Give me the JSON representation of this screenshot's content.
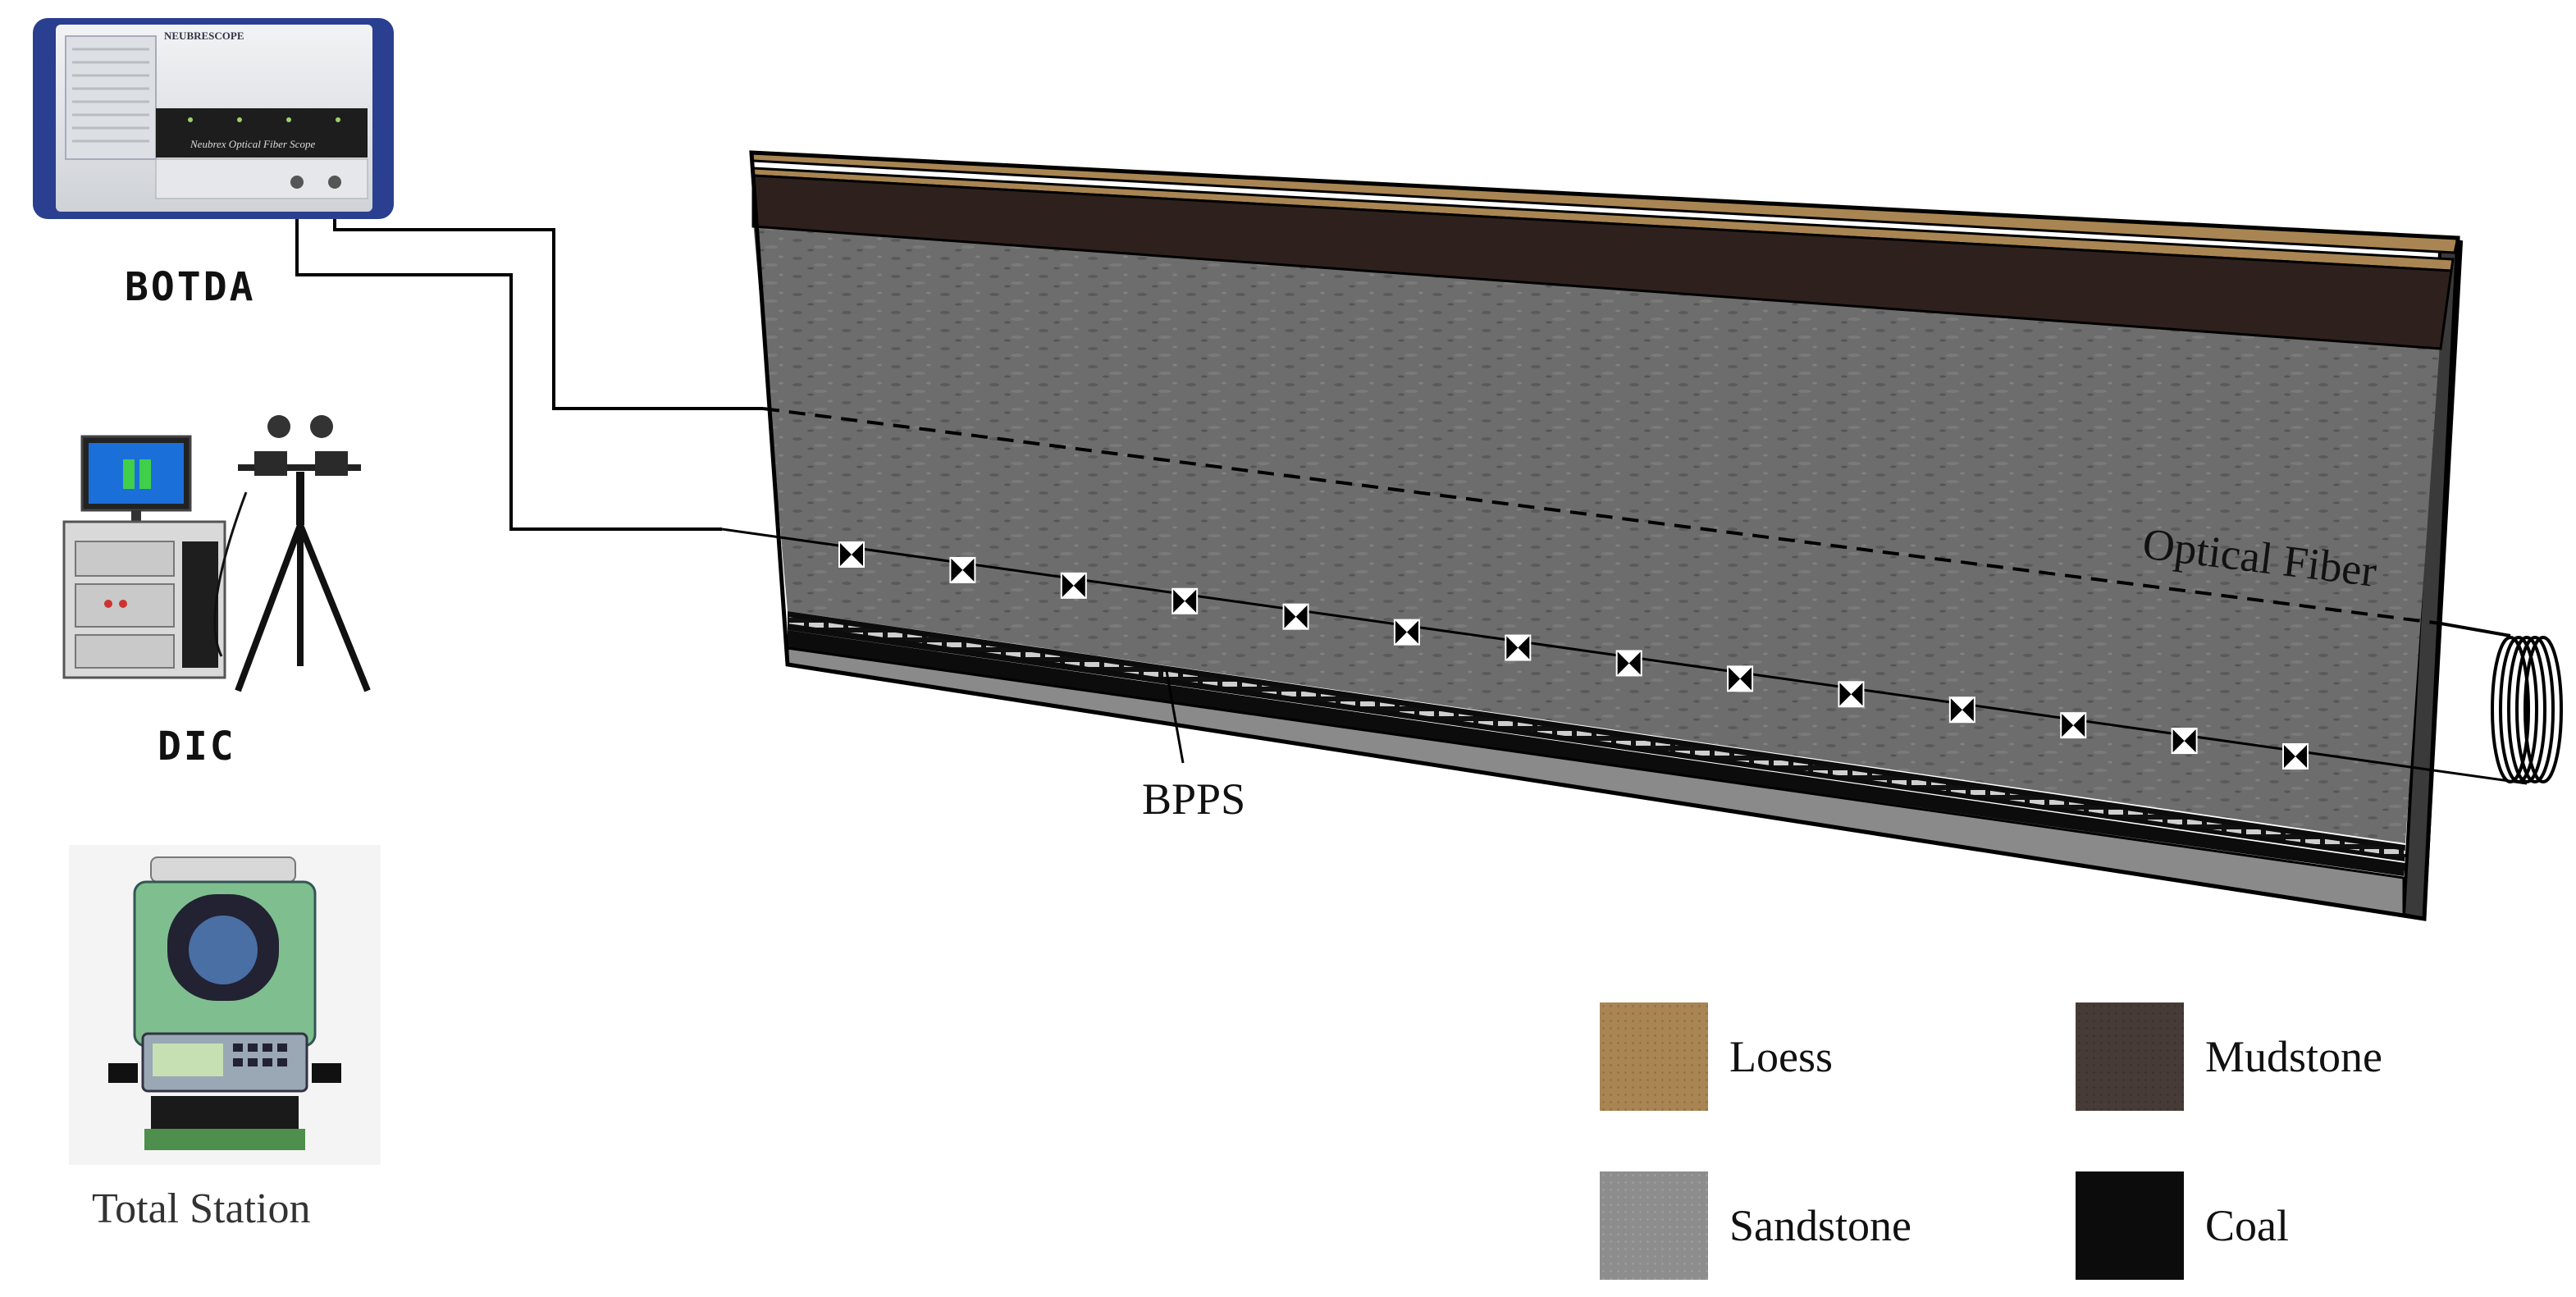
{
  "devices": {
    "botda": {
      "label": "BOTDA",
      "brand": "NEUBRESCOPE",
      "panel_text": "Neubrex Optical Fiber Scope"
    },
    "dic": {
      "label": "DIC"
    },
    "total_station": {
      "label": "Total Station"
    }
  },
  "model": {
    "fiber_label": "Optical Fiber",
    "bpps_label": "BPPS",
    "marker_count": 14
  },
  "legend": [
    {
      "name": "Loess",
      "color": "#a88552"
    },
    {
      "name": "Mudstone",
      "color": "#463b36"
    },
    {
      "name": "Sandstone",
      "color": "#8d8d8d"
    },
    {
      "name": "Coal",
      "color": "#0c0c0c"
    }
  ],
  "colors": {
    "loess": "#a88552",
    "mudstone": "#2e211d",
    "sandstone_face": "#6b6b6b",
    "coal": "#0c0c0c",
    "botda_body": "#e9ebee",
    "botda_frame": "#2a3f8f",
    "total_station_green": "#7fbf8f"
  }
}
